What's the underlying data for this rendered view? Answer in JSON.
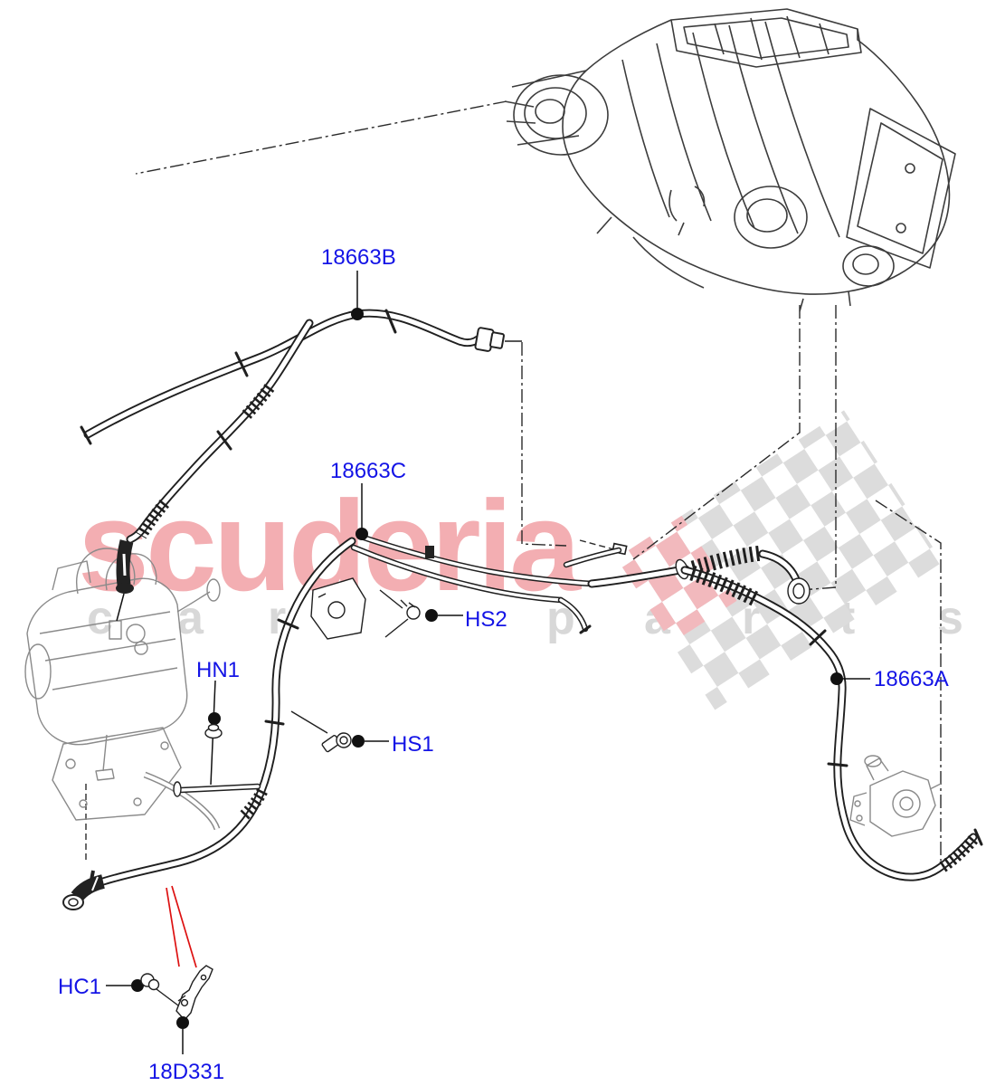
{
  "watermark": {
    "brand": "scuderia",
    "letters": [
      "c",
      "a",
      "r",
      "p",
      "a",
      "r",
      "t",
      "s"
    ]
  },
  "parts": {
    "hose_b": {
      "label": "18663B"
    },
    "hose_c": {
      "label": "18663C"
    },
    "hose_a": {
      "label": "18663A"
    },
    "nut": {
      "label": "HN1"
    },
    "screw_2": {
      "label": "HS2"
    },
    "screw_1": {
      "label": "HS1"
    },
    "clip": {
      "label": "HC1"
    },
    "bracket": {
      "label": "18D331"
    }
  },
  "colors": {
    "label_blue": "#1414e6",
    "leader_red": "#dd1111",
    "watermark_pink": "#f3aeb2",
    "watermark_gray": "#d8d8d8",
    "checker_gray": "#dcdcdc",
    "checker_pink": "#f2b9bd",
    "line_dark": "#1f1f1f",
    "reference_gray": "#8a8a8a"
  }
}
